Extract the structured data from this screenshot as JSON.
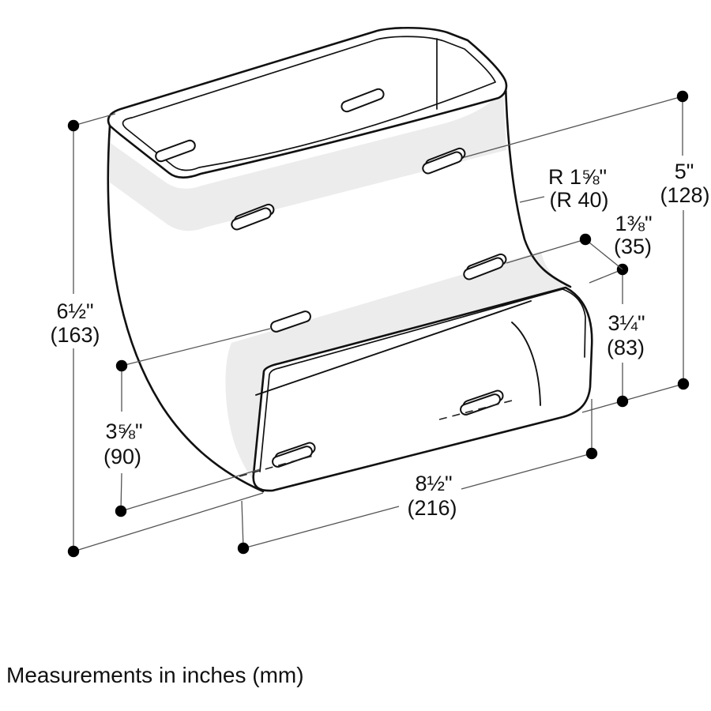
{
  "diagram": {
    "caption": "Measurements in inches (mm)",
    "colors": {
      "line": "#111111",
      "dimension_line": "#555555",
      "band": "#ececec",
      "background": "#ffffff"
    },
    "dims": {
      "overall_height": {
        "in": "6½\"",
        "mm": "(163)"
      },
      "lower_height": {
        "in": "3⅝\"",
        "mm": "(90)"
      },
      "opening_width": {
        "in": "8½\"",
        "mm": "(216)"
      },
      "right_height": {
        "in": "5\"",
        "mm": "(128)"
      },
      "duct_height": {
        "in": "3¼\"",
        "mm": "(83)"
      },
      "sleeve_depth": {
        "in": "1⅜\"",
        "mm": "(35)"
      },
      "bend_radius": {
        "in": "R 1⅝\"",
        "mm": "(R 40)"
      }
    }
  }
}
